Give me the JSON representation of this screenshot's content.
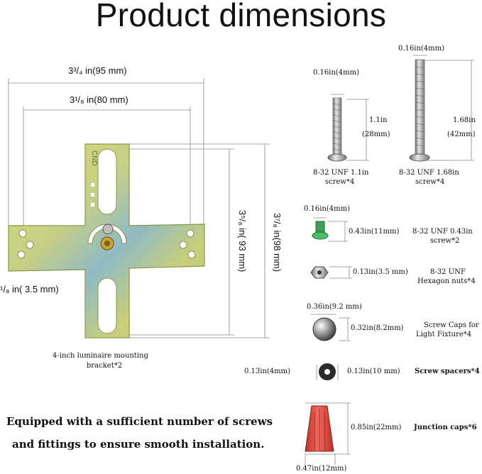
{
  "title": "Product dimensions",
  "bracket": {
    "width_outer": "3³/₄ in(95 mm)",
    "width_inner": "3¹/₈ in(80 mm)",
    "height_inner": "3⁵/₈ in( 93 mm)",
    "height_outer": "3⁷/₈ in(98 mm)",
    "hole": "¹/₈ in( 3.5 mm)",
    "stamp": "CND",
    "caption_line1": "4-inch luminaire mounting",
    "caption_line2": "bracket*2"
  },
  "screw_short": {
    "diameter": "0.16in(4mm)",
    "length_in": "1.1in",
    "length_mm": "(28mm)",
    "label_line1": "8-32 UNF 1.1in",
    "label_line2": "screw*4"
  },
  "screw_long": {
    "diameter": "0.16in(4mm)",
    "length_in": "1.68in",
    "length_mm": "(42mm)",
    "label_line1": "8-32 UNF 1.68in",
    "label_line2": "screw*4"
  },
  "screw_green": {
    "diameter": "0.16in(4mm)",
    "length": "0.43in(11mm)",
    "label_line1": "8-32 UNF 0.43in",
    "label_line2": "screw*2"
  },
  "hex_nut": {
    "size": "0.13in(3.5 mm)",
    "label_line1": "8-32 UNF",
    "label_line2": "Hexagon nuts*4"
  },
  "screw_cap": {
    "diameter": "0.36in(9.2 mm)",
    "height": "0.32in(8.2mm)",
    "label_line1": "Screw Caps for",
    "label_line2": "Light Fixture*4"
  },
  "spacer": {
    "thickness": "0.13in(4mm)",
    "diameter": "0.13in(10 mm)",
    "label": "Screw spacers*4"
  },
  "junction_cap": {
    "height": "0.85in(22mm)",
    "diameter": "0.47in(12mm)",
    "label": "Junction caps*6"
  },
  "note": {
    "line1": "Equipped with a sufficient number of screws",
    "line2": "and fittings to ensure smooth installation."
  },
  "colors": {
    "bracket_metal": "#c9cf7a",
    "bracket_hue": "#7fb4c7",
    "screw_green": "#3aa05a",
    "junction_red": "#e0463c",
    "dim_line": "#888888"
  }
}
